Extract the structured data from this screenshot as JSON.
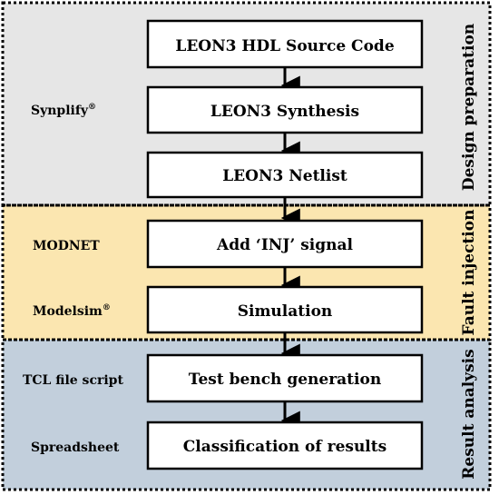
{
  "colors": {
    "design_bg": "#e6e6e6",
    "fault_bg": "#fbe6b0",
    "result_bg": "#c2cfdc",
    "box_fill": "#ffffff",
    "line": "#000000"
  },
  "stages": {
    "design": "Design preparation",
    "fault": "Fault injection",
    "result": "Result analysis"
  },
  "tools": {
    "synplify": "Synplify",
    "synplify_mark": "®",
    "modnet": "MODNET",
    "modelsim": "Modelsim",
    "modelsim_mark": "®",
    "tcl": "TCL file script",
    "spreadsheet": "Spreadsheet"
  },
  "steps": {
    "source": "LEON3 HDL Source Code",
    "synthesis": "LEON3 Synthesis",
    "netlist": "LEON3 Netlist",
    "inj": "Add ‘INJ’ signal",
    "simulation": "Simulation",
    "testbench": "Test bench generation",
    "classification": "Classification of results"
  }
}
